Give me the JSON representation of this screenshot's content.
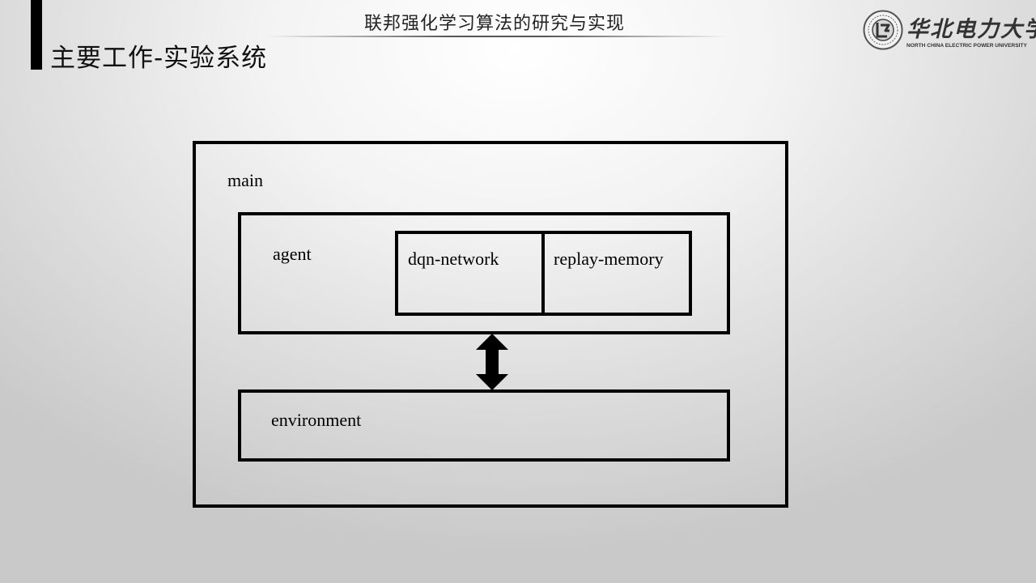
{
  "header": {
    "title": "联邦强化学习算法的研究与实现"
  },
  "slide": {
    "title": "主要工作-实验系统"
  },
  "logo": {
    "name_cn": "华北电力大学",
    "name_en": "NORTH CHINA ELECTRIC POWER UNIVERSITY"
  },
  "diagram": {
    "main": "main",
    "agent": "agent",
    "dqn_network": "dqn-network",
    "replay_memory": "replay-memory",
    "environment": "environment"
  }
}
